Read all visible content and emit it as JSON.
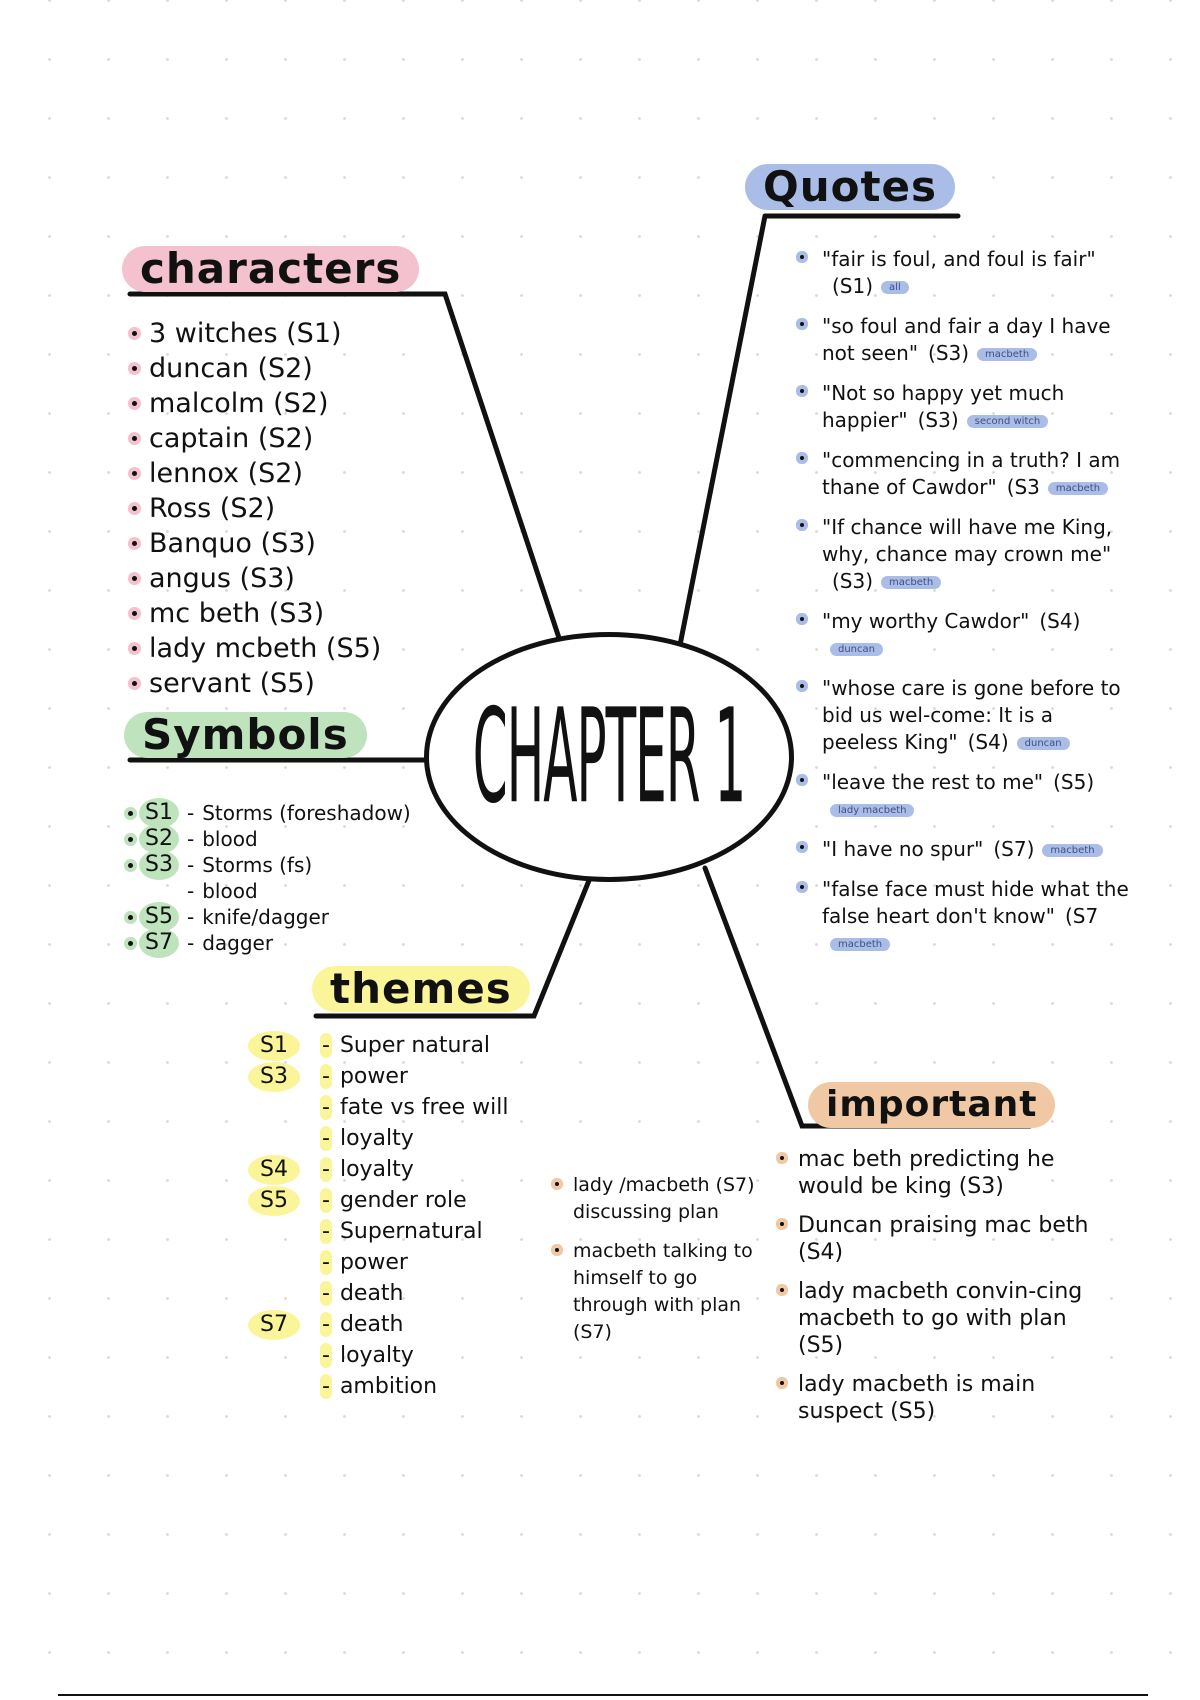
{
  "center": {
    "title": "CHAPTER 1"
  },
  "colors": {
    "characters": "#f4c1cf",
    "symbols": "#bfe3bd",
    "themes": "#fbf59a",
    "quotes": "#a9bde6",
    "important": "#f0c9a4",
    "ink": "#111111"
  },
  "characters": {
    "title": "characters",
    "items": [
      "3 witches (S1)",
      "duncan (S2)",
      "malcolm (S2)",
      "captain (S2)",
      "lennox (S2)",
      "Ross (S2)",
      "Banquo (S3)",
      "angus (S3)",
      "mc beth (S3)",
      "lady mcbeth (S5)",
      "servant (S5)"
    ]
  },
  "symbols": {
    "title": "Symbols",
    "items": [
      {
        "scene": "S1",
        "text": "Storms (foreshadow)"
      },
      {
        "scene": "S2",
        "text": "blood"
      },
      {
        "scene": "S3",
        "text": "Storms (fs)"
      },
      {
        "scene": "",
        "text": "blood"
      },
      {
        "scene": "S5",
        "text": "knife/dagger"
      },
      {
        "scene": "S7",
        "text": "dagger"
      }
    ]
  },
  "themes": {
    "title": "themes",
    "items": [
      {
        "scene": "S1",
        "text": "Super natural"
      },
      {
        "scene": "S3",
        "text": "power"
      },
      {
        "scene": "",
        "text": "fate vs free will"
      },
      {
        "scene": "",
        "text": "loyalty"
      },
      {
        "scene": "S4",
        "text": "loyalty"
      },
      {
        "scene": "S5",
        "text": "gender role"
      },
      {
        "scene": "",
        "text": "Supernatural"
      },
      {
        "scene": "",
        "text": "power"
      },
      {
        "scene": "",
        "text": "death"
      },
      {
        "scene": "S7",
        "text": "death"
      },
      {
        "scene": "",
        "text": "loyalty"
      },
      {
        "scene": "",
        "text": "ambition"
      }
    ]
  },
  "quotes": {
    "title": "Quotes",
    "items": [
      {
        "text": "\"fair is foul, and foul is fair\"",
        "scene": "(S1)",
        "speaker": "all"
      },
      {
        "text": "\"so foul and fair a day I have not seen\"",
        "scene": "(S3)",
        "speaker": "macbeth"
      },
      {
        "text": "\"Not so happy yet much happier\"",
        "scene": "(S3)",
        "speaker": "second witch"
      },
      {
        "text": "\"commencing in a truth? I am thane of Cawdor\"",
        "scene": "(S3",
        "speaker": "macbeth"
      },
      {
        "text": "\"If chance will have me King, why, chance may crown me\"",
        "scene": "(S3)",
        "speaker": "macbeth"
      },
      {
        "text": "\"my worthy Cawdor\"",
        "scene": "(S4)",
        "speaker": "duncan"
      },
      {
        "text": "\"whose care is gone before to bid us wel-come: It is a peeless King\"",
        "scene": "(S4)",
        "speaker": "duncan"
      },
      {
        "text": "\"leave the rest to me\"",
        "scene": "(S5)",
        "speaker": "lady macbeth"
      },
      {
        "text": "\"I have no spur\"",
        "scene": "(S7)",
        "speaker": "macbeth"
      },
      {
        "text": "\"false face must hide what the false heart don't know\"",
        "scene": "(S7",
        "speaker": "macbeth"
      }
    ]
  },
  "important": {
    "title": "important",
    "right": [
      "mac beth predicting he would be king (S3)",
      "Duncan praising mac beth (S4)",
      "lady macbeth convin-cing macbeth to go with plan (S5)",
      "lady macbeth is main suspect (S5)"
    ],
    "left": [
      "lady /macbeth (S7) discussing plan",
      "macbeth talking to himself to go through with plan (S7)"
    ]
  }
}
